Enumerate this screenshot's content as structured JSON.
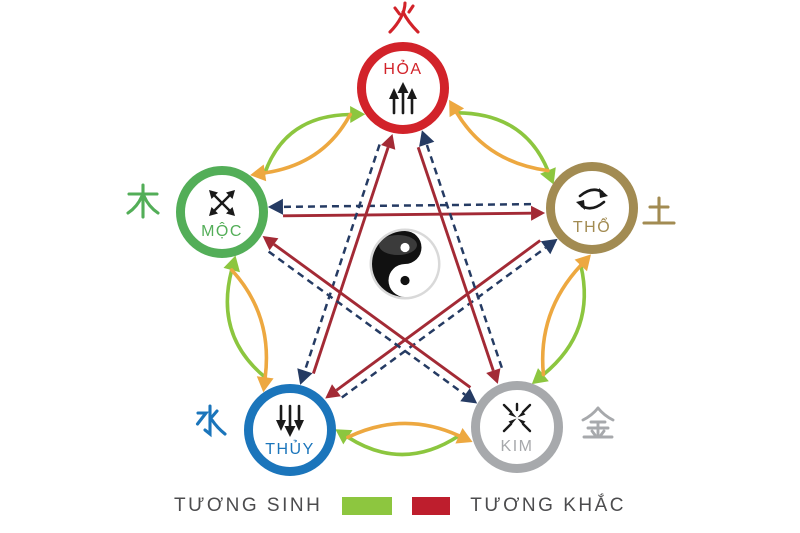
{
  "diagram": {
    "type": "wu-xing-five-elements-cycle",
    "center_symbol": "yin-yang"
  },
  "palette": {
    "fire": "#d2232a",
    "earth": "#a28b52",
    "metal": "#a7a9ac",
    "water": "#1b75bb",
    "wood": "#53ae58",
    "sinh_arrow": "#8cc63f",
    "sinh_reverse_arrow": "#eda840",
    "khac_arrow": "#a32a35",
    "khac_reverse_arrow": "#253b63",
    "icon": "#1a1a1a",
    "legend_text": "#4c4c4e",
    "legend_sinh": "#8dc63f",
    "legend_khac": "#be1e2d"
  },
  "nodes": [
    {
      "id": "hoa",
      "label": "HỎA",
      "han": "火",
      "element": "fire",
      "color": "#d2232a",
      "icon": "three-arrows-up"
    },
    {
      "id": "tho",
      "label": "THỔ",
      "han": "土",
      "element": "earth",
      "color": "#a28b52",
      "icon": "cycle-arrows"
    },
    {
      "id": "kim",
      "label": "KIM",
      "han": "金",
      "element": "metal",
      "color": "#a7a9ac",
      "icon": "converging-arrows"
    },
    {
      "id": "thuy",
      "label": "THỦY",
      "han": "水",
      "element": "water",
      "color": "#1b75bb",
      "icon": "three-arrows-down"
    },
    {
      "id": "moc",
      "label": "MỘC",
      "han": "木",
      "element": "wood",
      "color": "#53ae58",
      "icon": "expanding-arrows"
    }
  ],
  "cycles": {
    "sinh": {
      "name": "Tương sinh",
      "pairs": [
        [
          "moc",
          "hoa"
        ],
        [
          "hoa",
          "tho"
        ],
        [
          "tho",
          "kim"
        ],
        [
          "kim",
          "thuy"
        ],
        [
          "thuy",
          "moc"
        ]
      ]
    },
    "khac": {
      "name": "Tương khắc",
      "pairs": [
        [
          "moc",
          "tho"
        ],
        [
          "tho",
          "thuy"
        ],
        [
          "thuy",
          "hoa"
        ],
        [
          "hoa",
          "kim"
        ],
        [
          "kim",
          "moc"
        ]
      ]
    }
  },
  "legend": {
    "sinh_label": "TƯƠNG SINH",
    "khac_label": "TƯƠNG KHẮC"
  }
}
